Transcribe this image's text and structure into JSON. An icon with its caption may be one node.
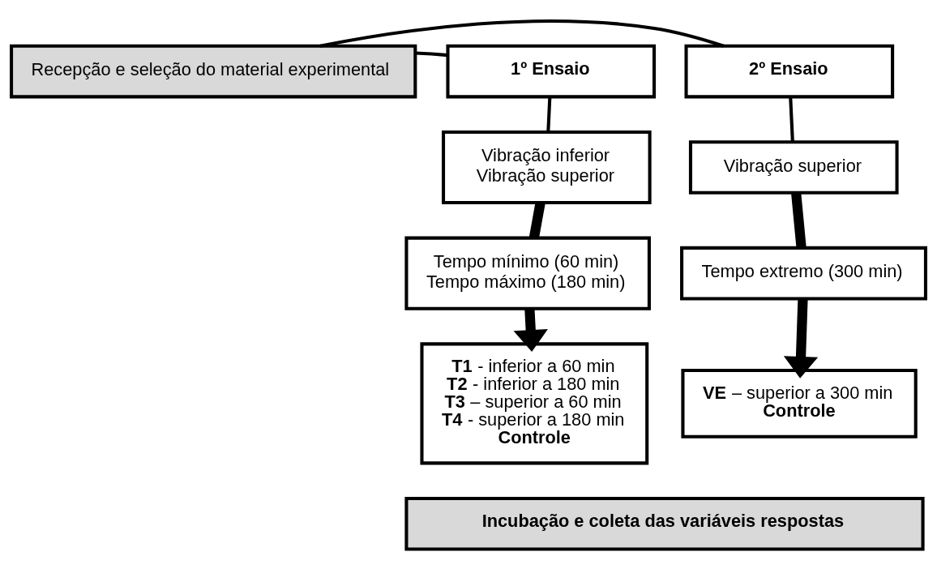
{
  "diagram": {
    "nodes": [
      {
        "text": [
          "Recepção e seleção do material experimental"
        ]
      },
      {
        "text": [
          "1º Ensaio"
        ]
      },
      {
        "text": [
          "2º Ensaio"
        ]
      },
      {
        "text": [
          "Vibração inferior",
          "Vibração superior"
        ]
      },
      {
        "text": [
          "Vibração superior"
        ]
      },
      {
        "text": [
          "Tempo mínimo (60 min)",
          "Tempo máximo (180 min)"
        ]
      },
      {
        "text": [
          "Tempo extremo (300 min)"
        ]
      },
      {
        "text": [
          "**T1** - inferior a 60 min",
          "**T2** - inferior a 180 min",
          "**T3** – superior a 60 min",
          "**T4** - superior a 180 min",
          "Controle"
        ]
      },
      {
        "text": [
          "**VE** – superior a 300 min",
          "Controle"
        ]
      },
      {
        "text": [
          "Incubação e coleta das variáveis respostas"
        ]
      }
    ],
    "edges": [
      {
        "from": 0,
        "to": 1,
        "arrow": "none"
      },
      {
        "from": 0,
        "to": 2,
        "arrow": "none"
      },
      {
        "from": 1,
        "to": 3,
        "arrow": "none"
      },
      {
        "from": 2,
        "to": 4,
        "arrow": "none"
      },
      {
        "from": 3,
        "to": 5,
        "arrow": "none",
        "style": "thick"
      },
      {
        "from": 4,
        "to": 6,
        "arrow": "none",
        "style": "thick"
      },
      {
        "from": 5,
        "to": 7,
        "arrow": "to",
        "style": "thick"
      },
      {
        "from": 6,
        "to": 8,
        "arrow": "to",
        "style": "thick"
      }
    ]
  }
}
